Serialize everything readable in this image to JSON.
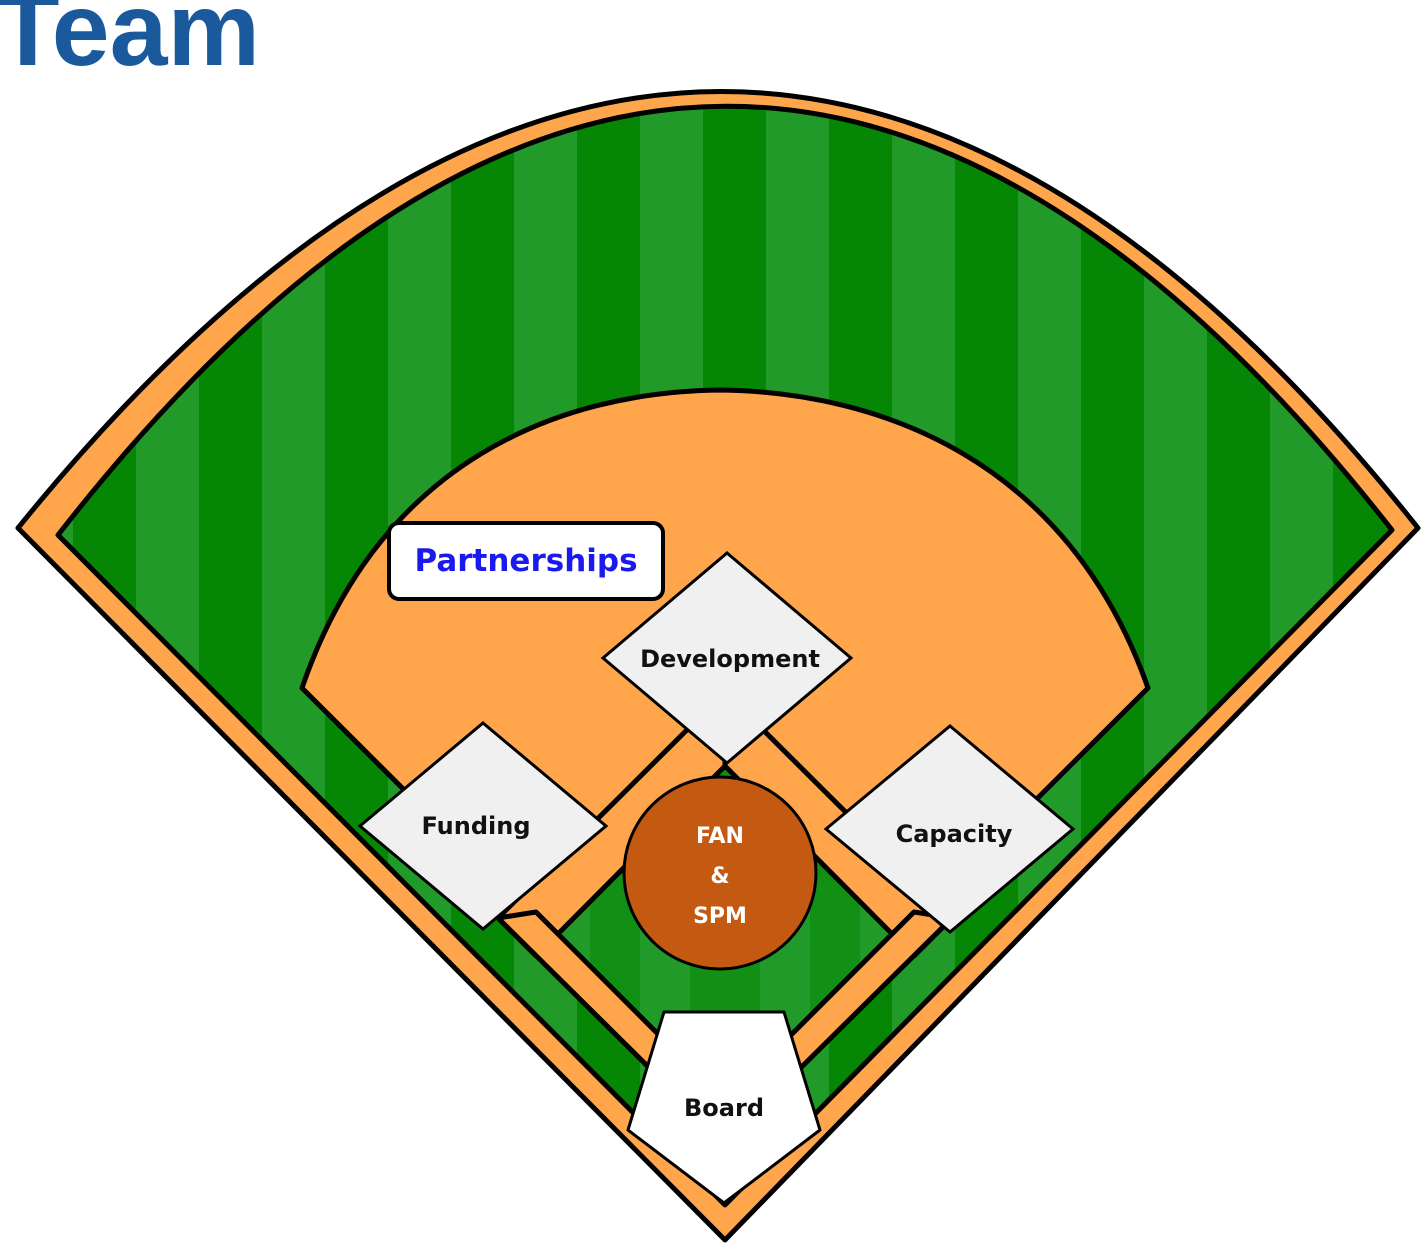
{
  "title": "Team",
  "colors": {
    "title": "#1a5a9c",
    "dirt": "#ffa64d",
    "grass_dark": "#058705",
    "grass_light": "#229a29",
    "base_fill": "#f0f0f0",
    "mound": "#c45a11",
    "callout_text": "#1a1aee"
  },
  "diagram": {
    "callout": "Partnerships",
    "bases": {
      "second": "Development",
      "third": "Funding",
      "first": "Capacity",
      "home": "Board"
    },
    "mound": {
      "line1": "FAN",
      "line2": "&",
      "line3": "SPM"
    }
  }
}
